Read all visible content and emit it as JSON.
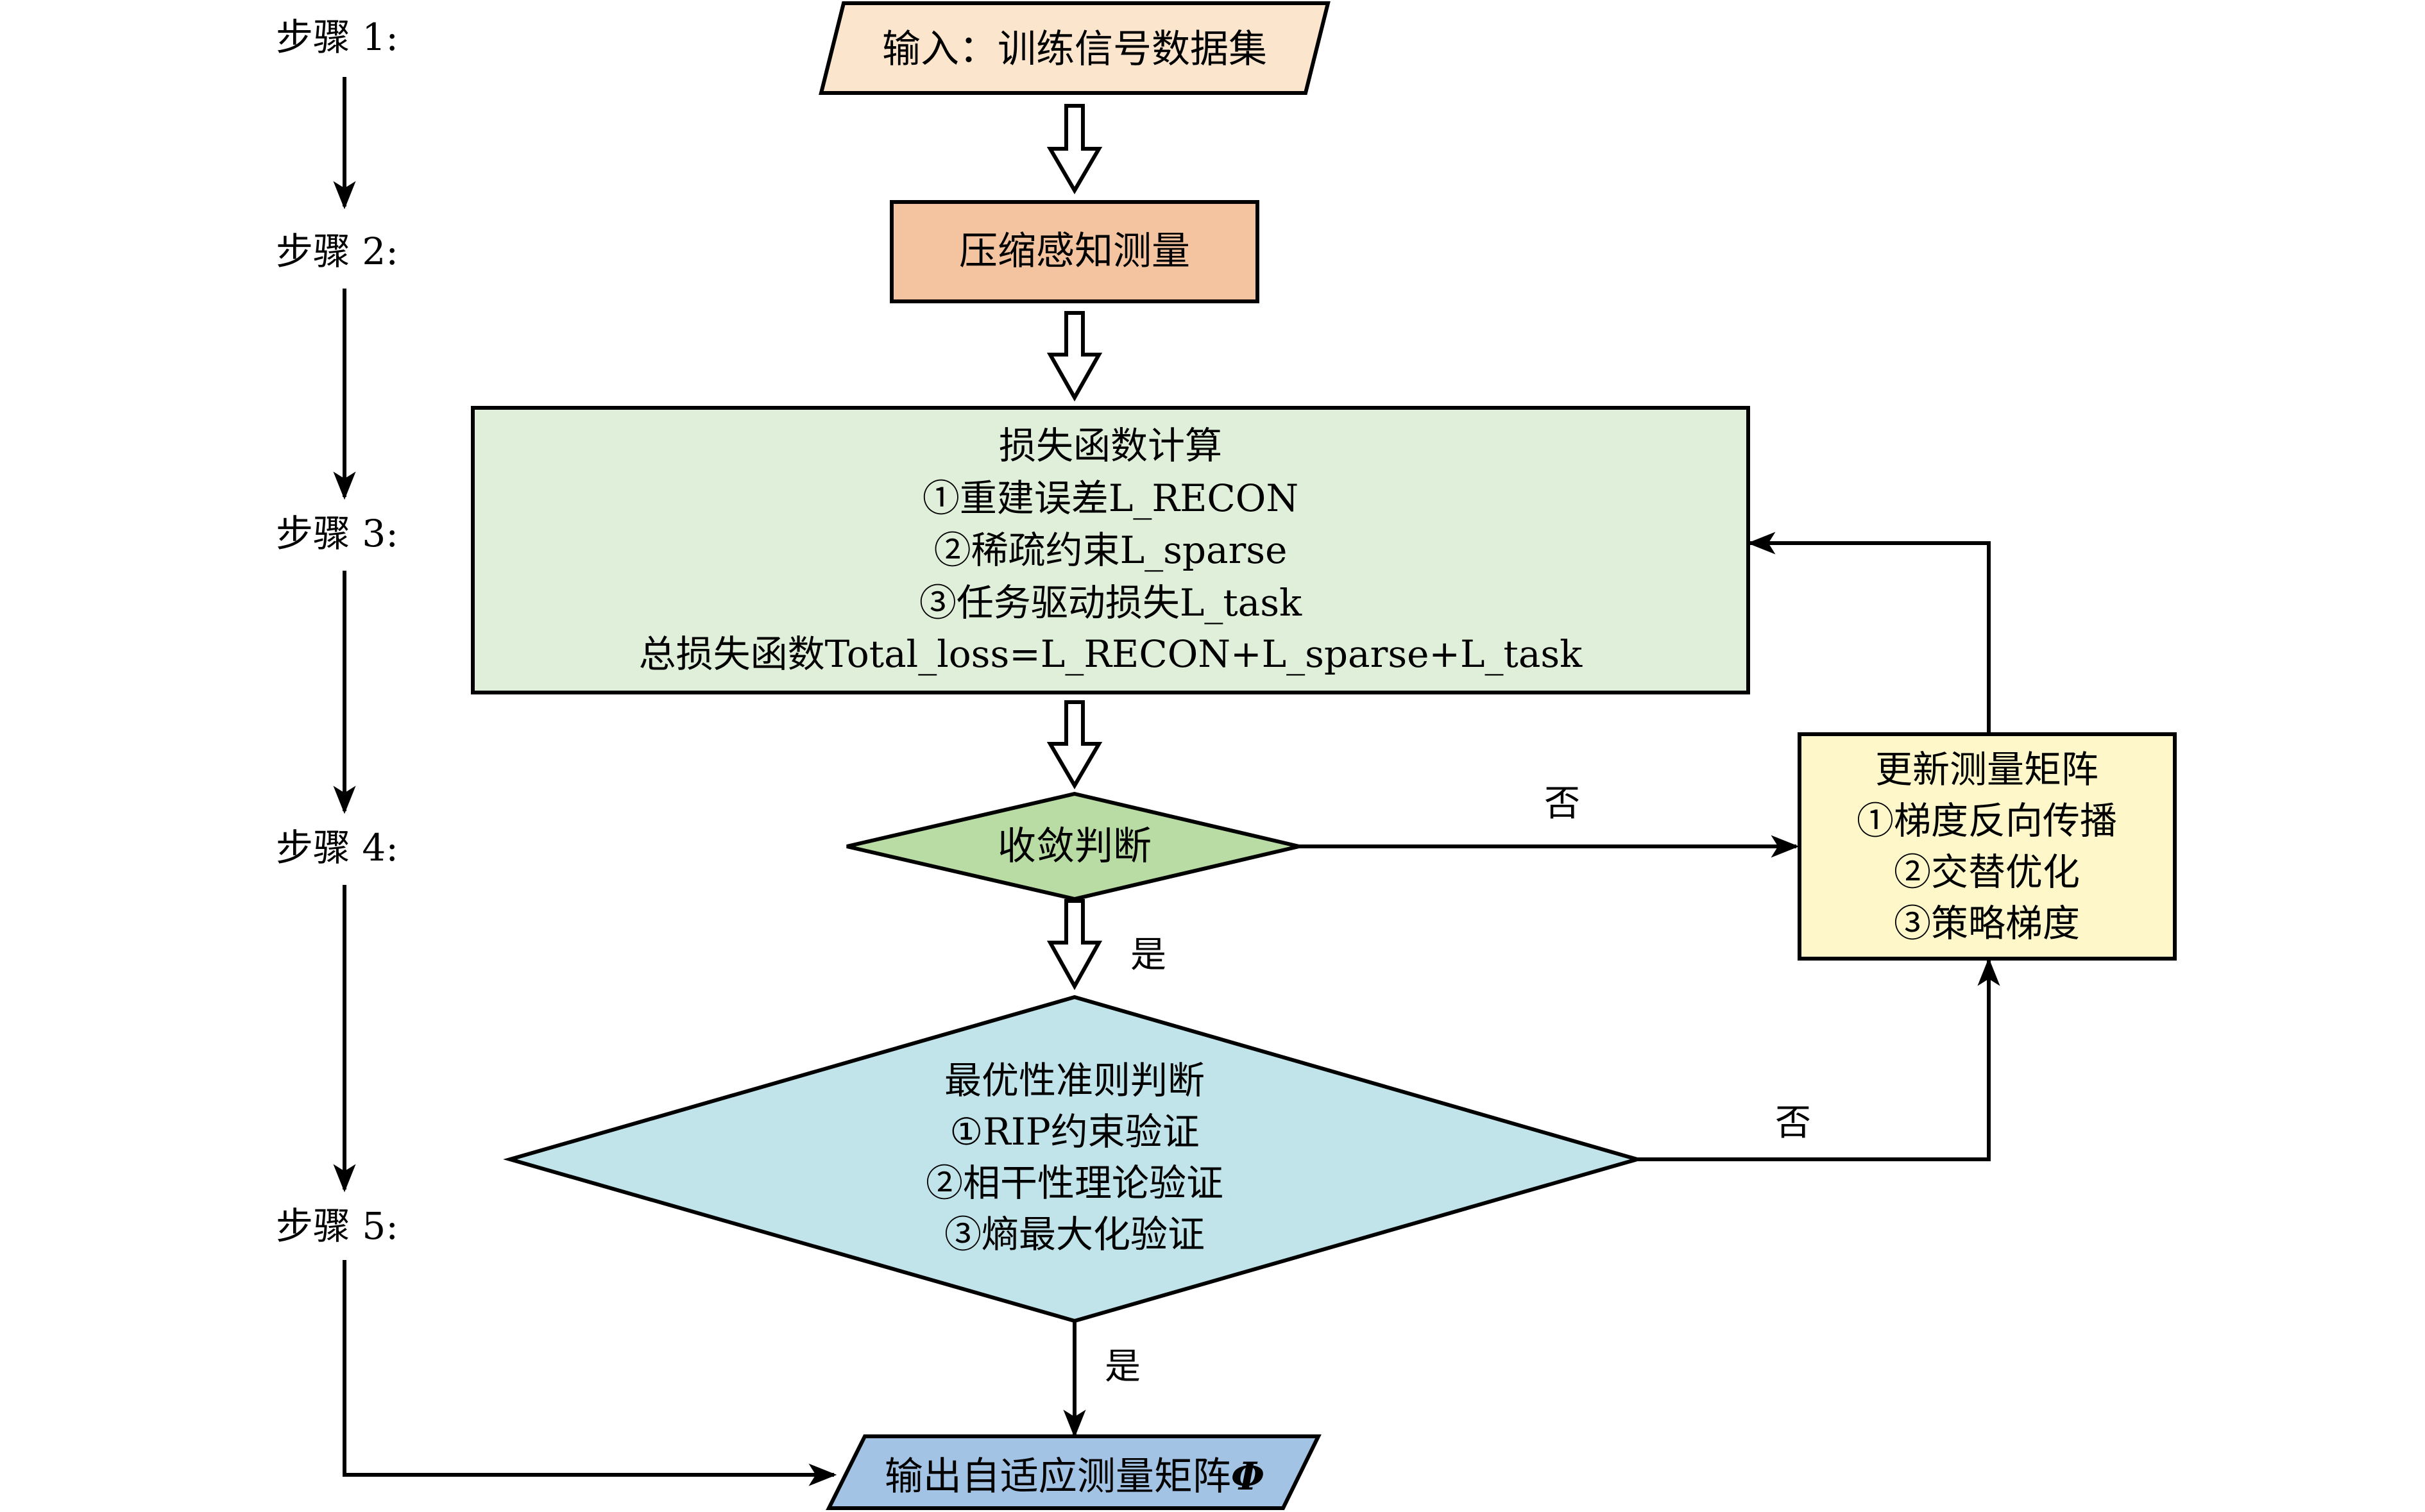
{
  "steps": [
    {
      "label": "步骤 1:"
    },
    {
      "label": "步骤 2:"
    },
    {
      "label": "步骤 3:"
    },
    {
      "label": "步骤 4:"
    },
    {
      "label": "步骤 5:"
    }
  ],
  "nodes": {
    "input": {
      "text": "输入：训练信号数据集",
      "fill": "#fce5cd"
    },
    "cs_measure": {
      "text": "压缩感知测量",
      "fill": "#f4c4a1"
    },
    "loss": {
      "fill": "#e0efda",
      "lines": [
        "损失函数计算",
        "①重建误差L_RECON",
        "②稀疏约束L_sparse",
        "③任务驱动损失L_task",
        "总损失函数Total_loss=L_RECON+L_sparse+L_task"
      ]
    },
    "convergence": {
      "text": "收敛判断",
      "fill": "#b9dca5"
    },
    "update": {
      "fill": "#fdf7c9",
      "lines": [
        "更新测量矩阵",
        "①梯度反向传播",
        "②交替优化",
        "③策略梯度"
      ]
    },
    "optimality": {
      "fill": "#c1e3ea",
      "lines": [
        "最优性准则判断",
        "①RIP约束验证",
        "②相干性理论验证",
        "③熵最大化验证"
      ]
    },
    "output": {
      "text": "输出自适应测量矩阵",
      "symbol": "Φ",
      "fill": "#a3c3e4"
    }
  },
  "edge_labels": {
    "conv_no": "否",
    "conv_yes": "是",
    "opt_no": "否",
    "opt_yes": "是"
  }
}
